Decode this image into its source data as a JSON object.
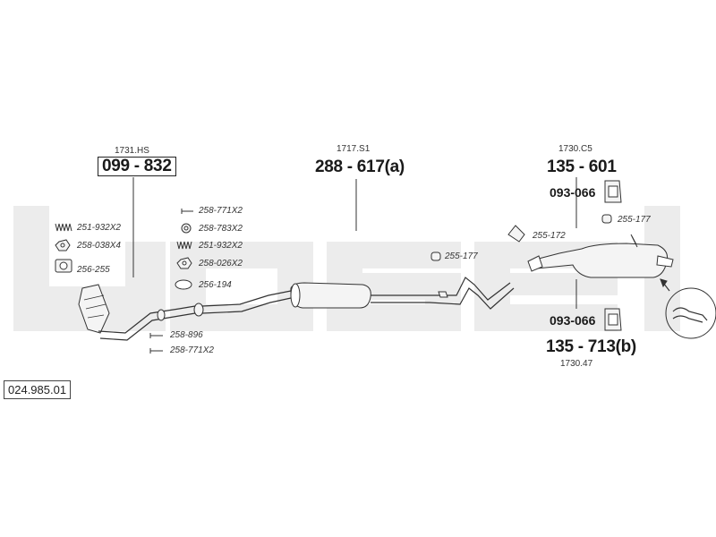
{
  "diagram_number": "024.985.01",
  "front_pipe": {
    "ref": "1731.HS",
    "part": "099 - 832",
    "parts": [
      "251-932X2",
      "258-038X4",
      "256-255"
    ]
  },
  "joint_parts": {
    "upper": [
      "258-771X2",
      "258-783X2",
      "251-932X2",
      "258-026X2",
      "256-194"
    ],
    "lower": [
      "258-896",
      "258-771X2"
    ]
  },
  "middle_silencer": {
    "ref": "1717.S1",
    "part": "288 - 617(a)",
    "hanger": "255-177"
  },
  "rear_silencer": {
    "ref_top": "1730.C5",
    "part_top": "135 - 601",
    "mount_top": "093-066",
    "hanger_top": "255-177",
    "clamp": "255-172",
    "mount_bottom": "093-066",
    "part_bottom": "135 - 713(b)",
    "ref_bottom": "1730.47"
  },
  "colors": {
    "watermark": "#ececec",
    "line": "#333333",
    "part_fill": "#f4f4f4"
  }
}
